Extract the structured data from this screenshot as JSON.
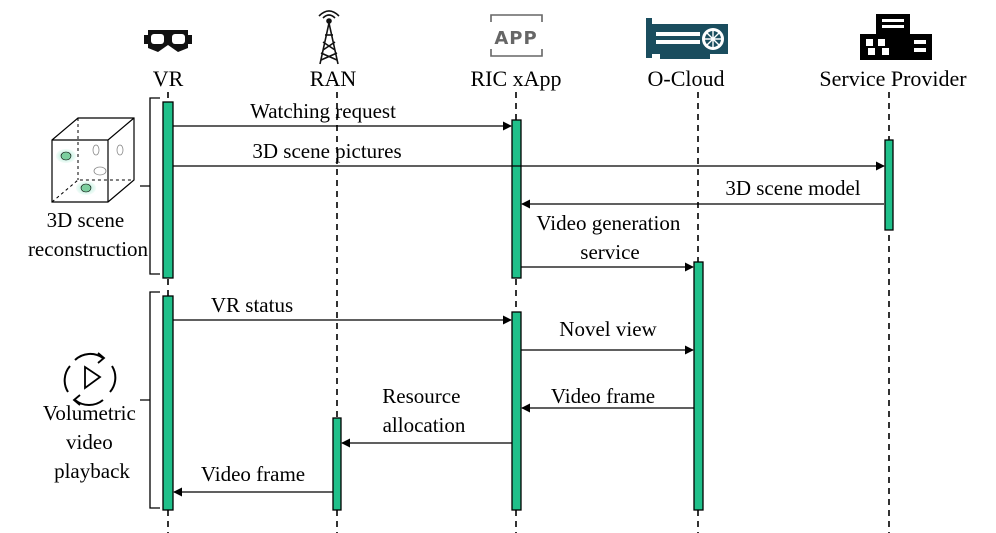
{
  "accent_color": "#20c08a",
  "actors": [
    {
      "id": "vr",
      "label": "VR",
      "icon": "vr-headset-icon"
    },
    {
      "id": "ran",
      "label": "RAN",
      "icon": "radio-tower-icon"
    },
    {
      "id": "ric",
      "label": "RIC xApp",
      "icon": "app-icon",
      "icon_text": "APP"
    },
    {
      "id": "cloud",
      "label": "O-Cloud",
      "icon": "gpu-card-icon"
    },
    {
      "id": "sp",
      "label": "Service Provider",
      "icon": "building-icon"
    }
  ],
  "phases": [
    {
      "id": "reconstruction",
      "label_lines": [
        "3D scene",
        "reconstruction"
      ],
      "icon": "3d-scene-cube-icon"
    },
    {
      "id": "playback",
      "label_lines": [
        "Volumetric",
        "video",
        "playback"
      ],
      "icon": "play-cycle-icon"
    }
  ],
  "messages": [
    {
      "id": "watching-request",
      "from": "vr",
      "to": "ric",
      "label_lines": [
        "Watching request"
      ]
    },
    {
      "id": "scene-pictures",
      "from": "vr",
      "to": "sp",
      "label_lines": [
        "3D scene pictures"
      ]
    },
    {
      "id": "scene-model",
      "from": "sp",
      "to": "ric",
      "label_lines": [
        "3D scene model"
      ]
    },
    {
      "id": "video-generation",
      "from": "ric",
      "to": "cloud",
      "label_lines": [
        "Video generation",
        "service"
      ]
    },
    {
      "id": "vr-status",
      "from": "vr",
      "to": "ric",
      "label_lines": [
        "VR status"
      ]
    },
    {
      "id": "novel-view",
      "from": "ric",
      "to": "cloud",
      "label_lines": [
        "Novel view"
      ]
    },
    {
      "id": "video-frame-cloud",
      "from": "cloud",
      "to": "ric",
      "label_lines": [
        "Video frame"
      ]
    },
    {
      "id": "resource-allocation",
      "from": "ric",
      "to": "ran",
      "label_lines": [
        "Resource",
        "allocation"
      ]
    },
    {
      "id": "video-frame-ran",
      "from": "ran",
      "to": "vr",
      "label_lines": [
        "Video frame"
      ]
    }
  ]
}
